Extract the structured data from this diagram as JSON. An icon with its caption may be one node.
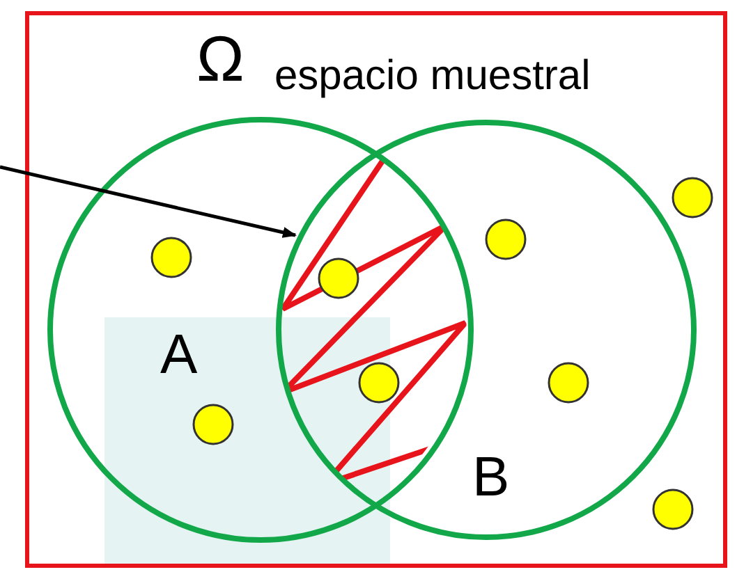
{
  "diagram": {
    "nodes": [
      {
        "text": [
          "Ω",
          "espacio muestral"
        ]
      },
      {
        "text": [
          "A"
        ],
        "in": 0
      },
      {
        "text": [
          "B"
        ],
        "in": 0
      },
      {
        "text": [],
        "shape": "lens"
      }
    ],
    "edges": [
      {
        "from": null,
        "to": 3,
        "arrow": "to"
      }
    ]
  }
}
